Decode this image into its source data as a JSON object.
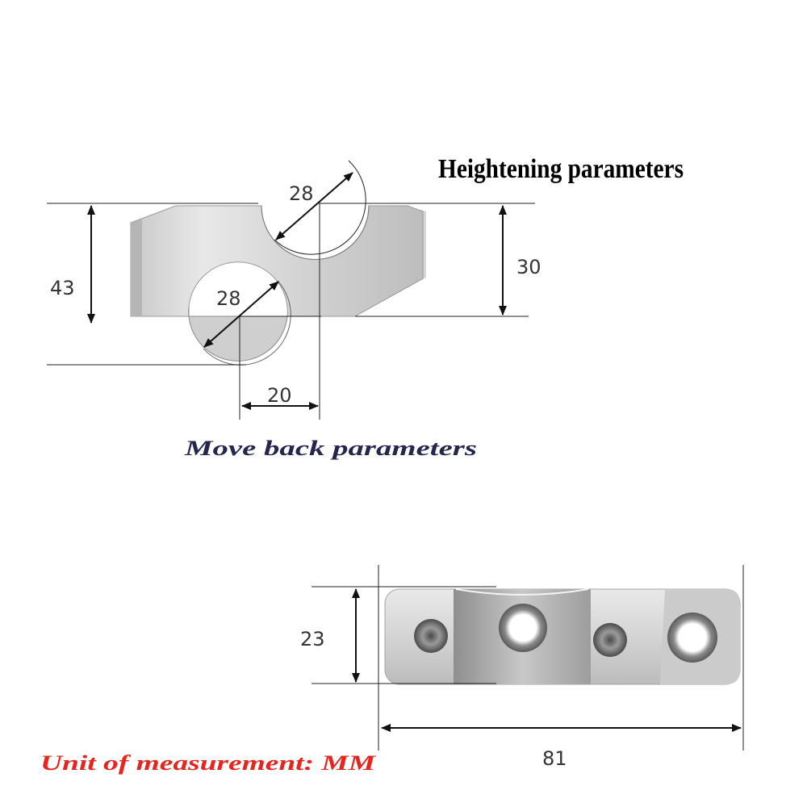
{
  "titles": {
    "heightening": "Heightening parameters",
    "move_back": "Move back parameters",
    "unit": "Unit of measurement: MM"
  },
  "dimensions": {
    "top_circle_diameter": "28",
    "bottom_circle_diameter": "28",
    "overall_height": "43",
    "heightening": "30",
    "move_back": "20",
    "base_height": "23",
    "base_length": "81"
  },
  "colors": {
    "move_back_title": "#25254e",
    "unit_title": "#e4261e",
    "metal_light": "#e4e4e4",
    "metal_dark": "#a9a9a9"
  }
}
